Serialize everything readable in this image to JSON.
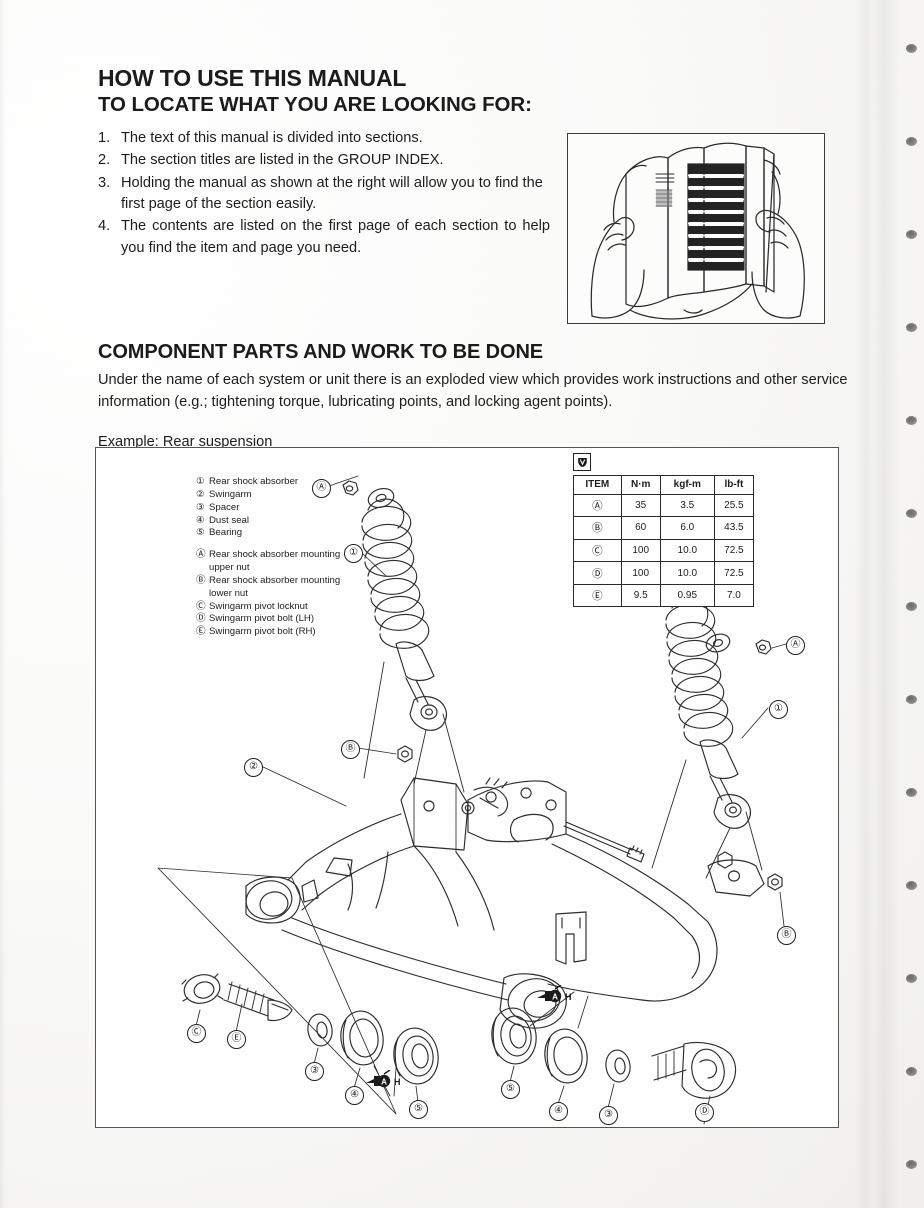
{
  "page": {
    "background_color": "#f7f6f4",
    "ink_color": "#1d1d1d"
  },
  "header": {
    "title_line1": "HOW TO USE THIS MANUAL",
    "title_line2": "TO LOCATE WHAT YOU ARE LOOKING FOR:"
  },
  "steps": [
    {
      "num": "1.",
      "text": "The text of this manual is divided into sections."
    },
    {
      "num": "2.",
      "text": "The section titles are listed in the GROUP INDEX."
    },
    {
      "num": "3.",
      "text": "Holding the manual as shown at the right will allow you to find the first page of the section easily."
    },
    {
      "num": "4.",
      "text": "The contents are listed on the first page of each section to help you find the item and page you need."
    }
  ],
  "illustration": {
    "name": "hands-holding-manual",
    "description": "Two hands holding an open service manual showing the black index tab strip along the page edge"
  },
  "component_section": {
    "heading": "COMPONENT PARTS AND WORK TO BE DONE",
    "paragraph": "Under the name of each system or unit there is an exploded view which provides work instructions and other service information (e.g.; tightening torque, lubricating points, and locking agent points).",
    "example_label": "Example: Rear suspension"
  },
  "legend": {
    "numbered": [
      {
        "mark": "①",
        "label": "Rear shock absorber"
      },
      {
        "mark": "②",
        "label": "Swingarm"
      },
      {
        "mark": "③",
        "label": "Spacer"
      },
      {
        "mark": "④",
        "label": "Dust seal"
      },
      {
        "mark": "⑤",
        "label": "Bearing"
      }
    ],
    "lettered": [
      {
        "mark": "Ⓐ",
        "label": "Rear shock absorber mounting",
        "label2": "upper nut"
      },
      {
        "mark": "Ⓑ",
        "label": "Rear shock absorber mounting",
        "label2": "lower nut"
      },
      {
        "mark": "Ⓒ",
        "label": "Swingarm pivot locknut",
        "label2": ""
      },
      {
        "mark": "Ⓓ",
        "label": "Swingarm pivot bolt (LH)",
        "label2": ""
      },
      {
        "mark": "Ⓔ",
        "label": "Swingarm pivot bolt (RH)",
        "label2": ""
      }
    ]
  },
  "torque_table": {
    "icon": "torque-wrench-icon",
    "headers": [
      "ITEM",
      "N·m",
      "kgf-m",
      "lb-ft"
    ],
    "rows": [
      {
        "item": "Ⓐ",
        "nm": "35",
        "kgfm": "3.5",
        "lbft": "25.5"
      },
      {
        "item": "Ⓑ",
        "nm": "60",
        "kgfm": "6.0",
        "lbft": "43.5"
      },
      {
        "item": "Ⓒ",
        "nm": "100",
        "kgfm": "10.0",
        "lbft": "72.5"
      },
      {
        "item": "Ⓓ",
        "nm": "100",
        "kgfm": "10.0",
        "lbft": "72.5"
      },
      {
        "item": "Ⓔ",
        "nm": "9.5",
        "kgfm": "0.95",
        "lbft": "7.0"
      }
    ]
  },
  "diagram_callouts": {
    "left_shock_A": "Ⓐ",
    "left_shock_1": "①",
    "left_shock_B": "Ⓑ",
    "swingarm_2": "②",
    "right_shock_A": "Ⓐ",
    "right_shock_1": "①",
    "right_lower_B": "Ⓑ",
    "left_pivot_C": "Ⓒ",
    "left_pivot_E": "Ⓔ",
    "left_spacer_3": "③",
    "left_dustseal_4": "④",
    "left_bearing_5": "⑤",
    "right_bearing_5": "⑤",
    "right_dustseal_4": "④",
    "right_spacer_3": "③",
    "right_bolt_D": "Ⓓ",
    "grease_mark": "A"
  }
}
